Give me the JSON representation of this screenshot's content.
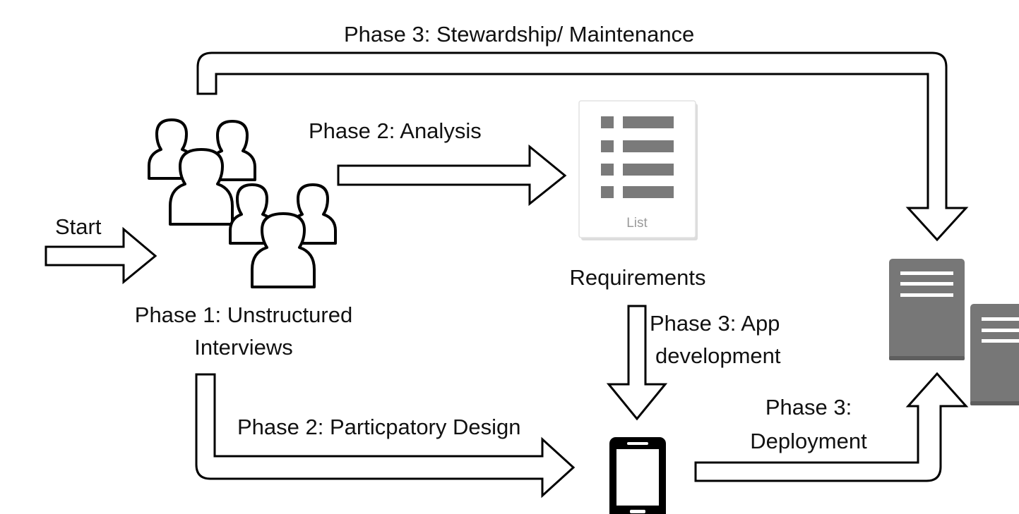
{
  "labels": {
    "start": "Start",
    "phase1_line1": "Phase 1: Unstructured",
    "phase1_line2": "Interviews",
    "phase2_analysis": "Phase 2: Analysis",
    "phase2_participatory": "Phase 2: Particpatory Design",
    "phase3_stewardship": "Phase 3: Stewardship/ Maintenance",
    "phase3_app_line1": "Phase 3: App",
    "phase3_app_line2": "development",
    "phase3_deploy_line1": "Phase 3:",
    "phase3_deploy_line2": "Deployment",
    "requirements": "Requirements",
    "list_caption": "List"
  },
  "icons": {
    "users": "users-group-icon",
    "list": "list-icon",
    "phone": "smartphone-icon",
    "servers": "server-document-icon"
  },
  "colors": {
    "stroke": "#000000",
    "icon_gray": "#7a7a7a",
    "server_gray": "#777777"
  }
}
